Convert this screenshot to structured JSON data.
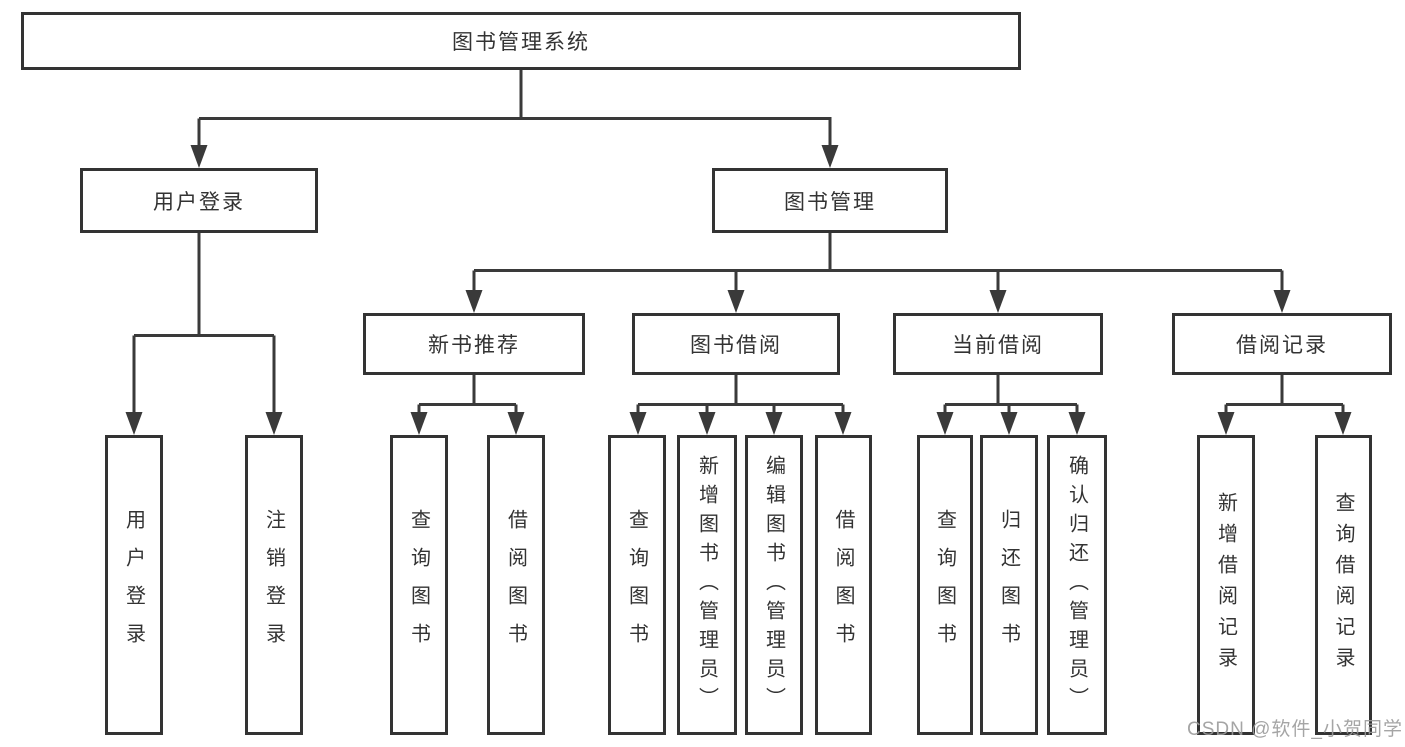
{
  "tree": {
    "root": {
      "label": "图书管理系统"
    },
    "branches": [
      {
        "label": "用户登录",
        "children": [
          {
            "label": "用户登录"
          },
          {
            "label": "注销登录"
          }
        ]
      },
      {
        "label": "图书管理",
        "children": [
          {
            "label": "新书推荐",
            "children": [
              {
                "label": "查询图书"
              },
              {
                "label": "借阅图书"
              }
            ]
          },
          {
            "label": "图书借阅",
            "children": [
              {
                "label": "查询图书"
              },
              {
                "label": "新增图书（管理员）"
              },
              {
                "label": "编辑图书（管理员）"
              },
              {
                "label": "借阅图书"
              }
            ]
          },
          {
            "label": "当前借阅",
            "children": [
              {
                "label": "查询图书"
              },
              {
                "label": "归还图书"
              },
              {
                "label": "确认归还（管理员）"
              }
            ]
          },
          {
            "label": "借阅记录",
            "children": [
              {
                "label": "新增借阅记录"
              },
              {
                "label": "查询借阅记录"
              }
            ]
          }
        ]
      }
    ]
  },
  "watermark": {
    "text": "CSDN @软件_小贺同学"
  },
  "colors": {
    "line": "#3a3a3a",
    "box_border": "#333333",
    "text": "#333333",
    "watermark": "#9b9b9b",
    "background": "#ffffff"
  }
}
